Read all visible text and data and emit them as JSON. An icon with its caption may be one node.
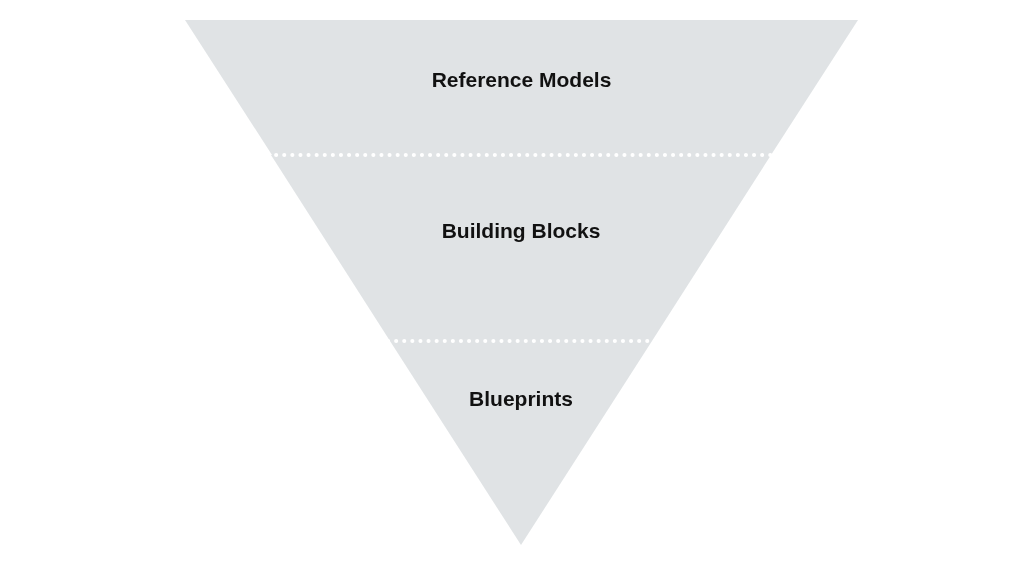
{
  "diagram": {
    "nodes": [
      {
        "text": [
          "Reference Models"
        ]
      },
      {
        "text": [
          "Building Blocks"
        ]
      },
      {
        "text": [
          "Blueprints"
        ]
      }
    ]
  }
}
